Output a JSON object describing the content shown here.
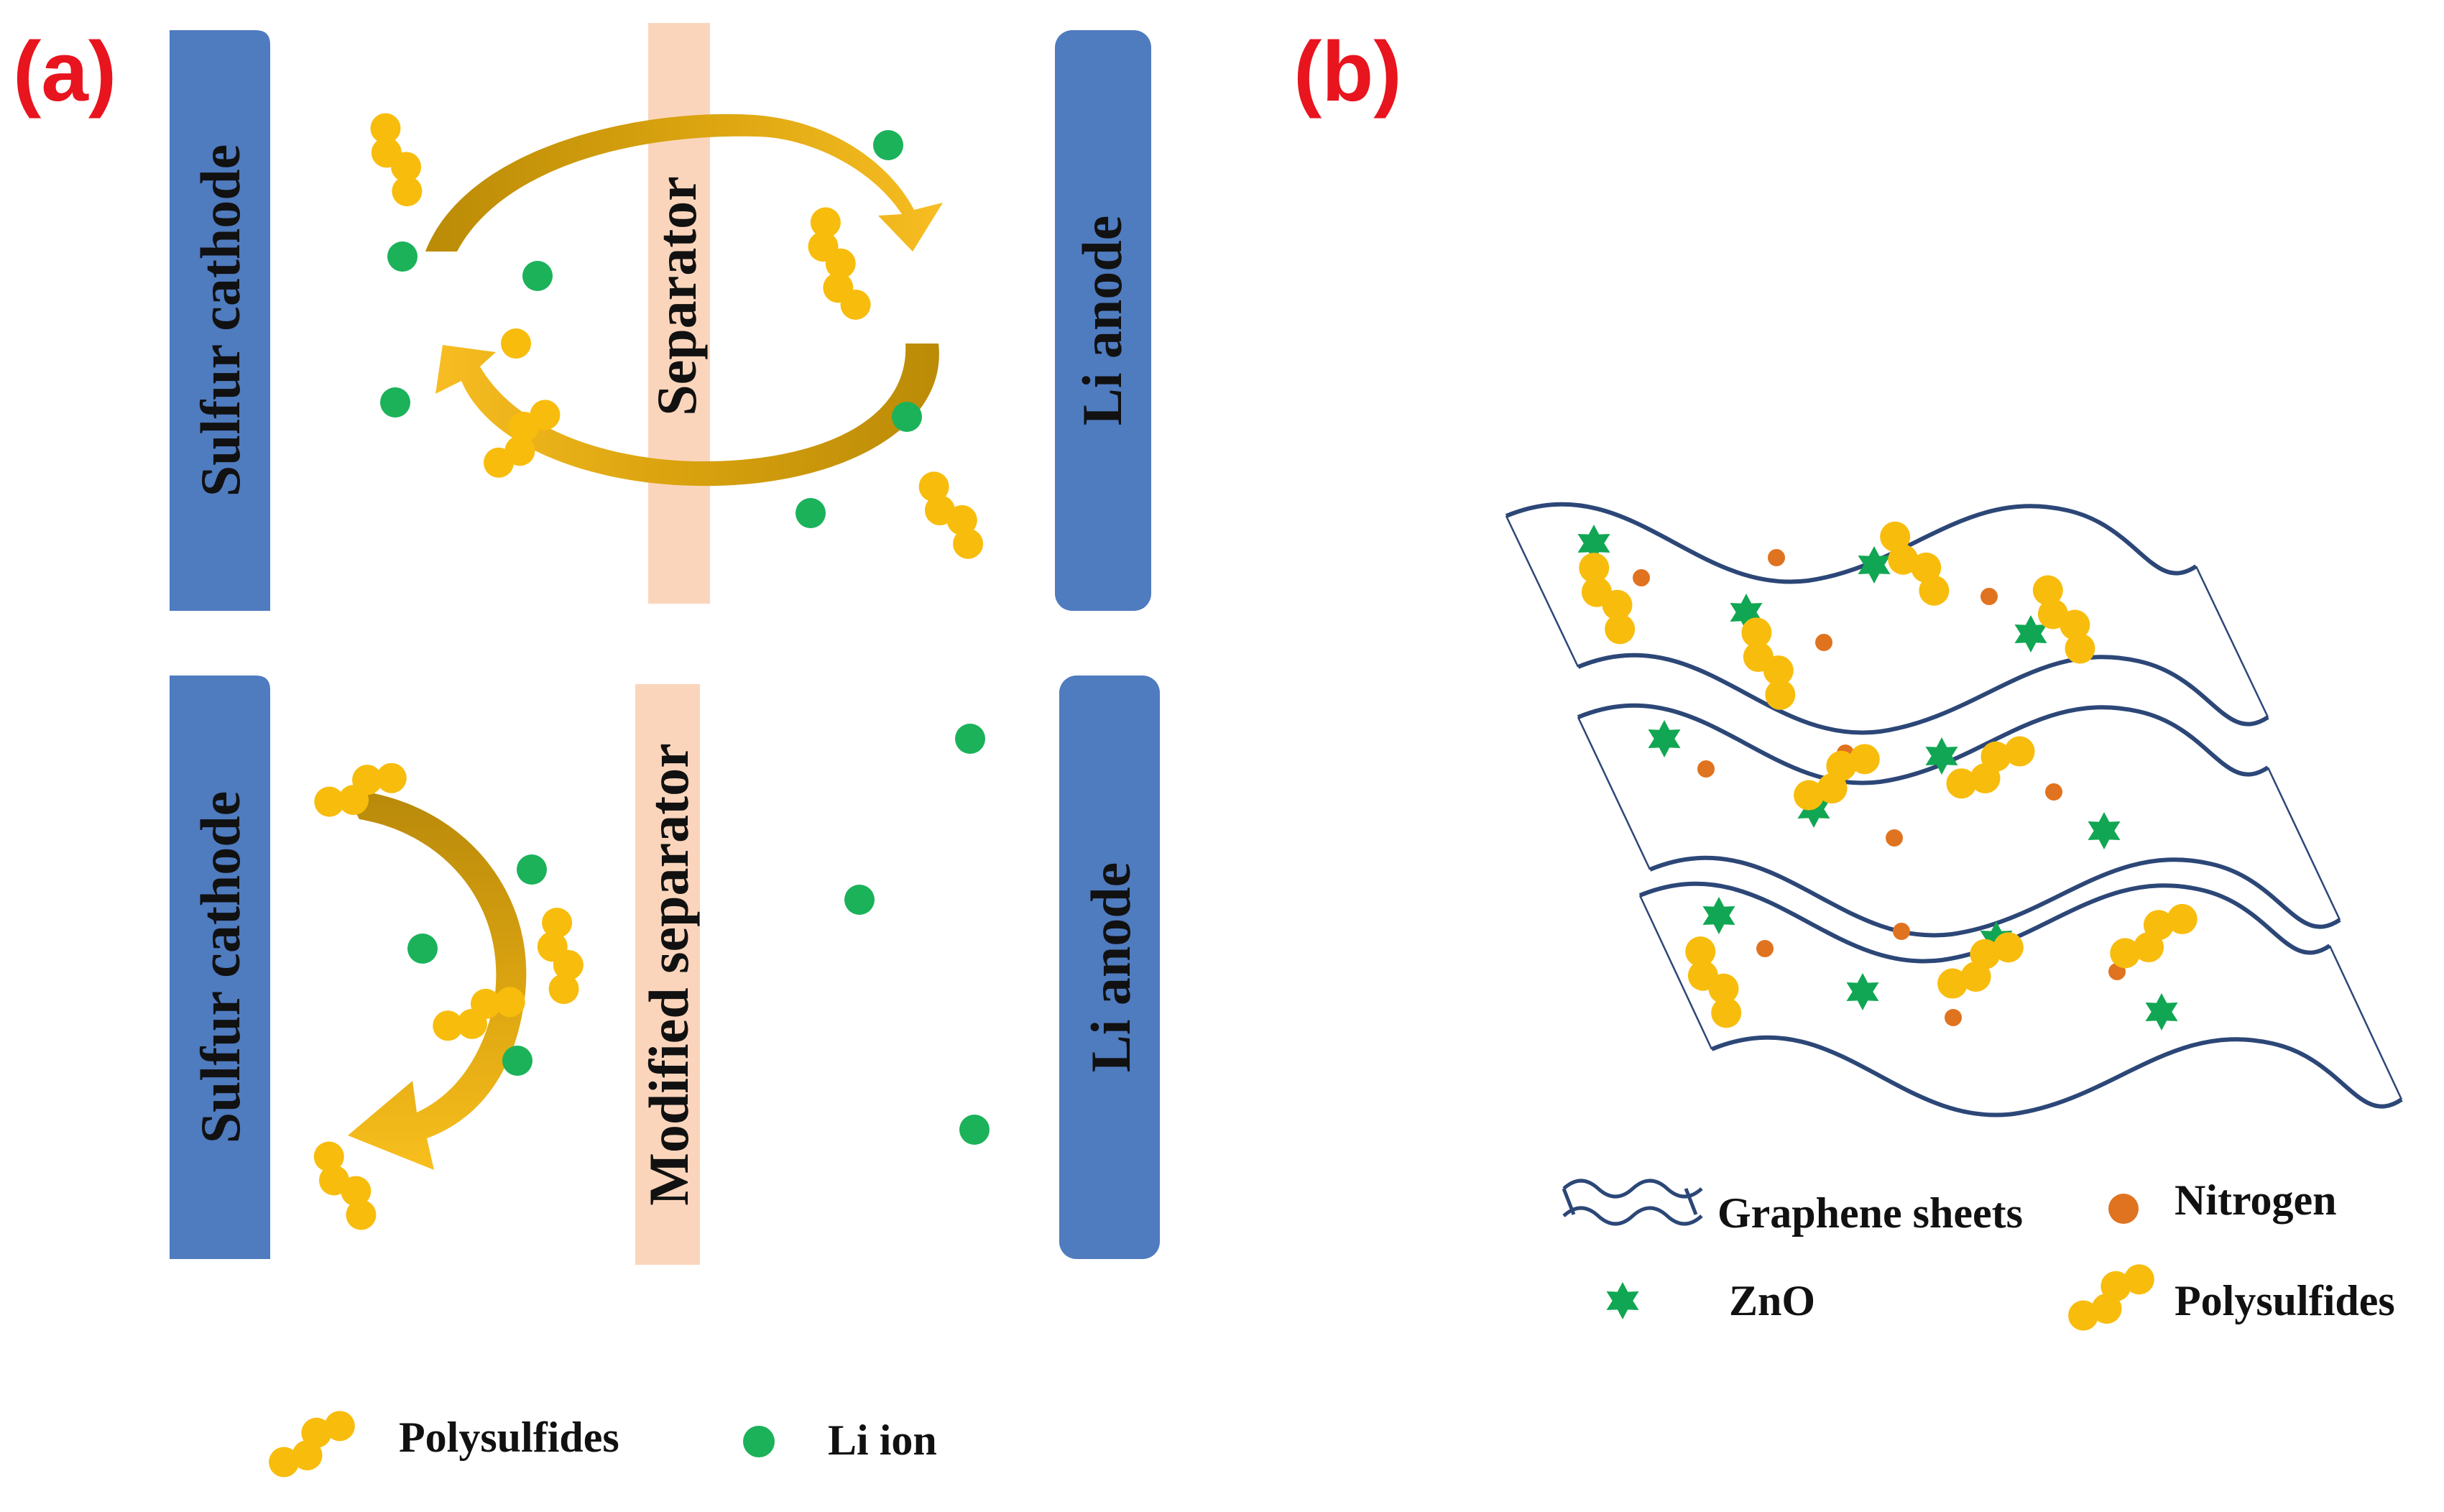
{
  "panel_a": {
    "label": "(a)",
    "top": {
      "cathode_label": "Sulfur cathode",
      "separator_label": "Separator",
      "anode_label": "Li anode"
    },
    "bottom": {
      "cathode_label": "Sulfur cathode",
      "separator_label": "Modified separator",
      "anode_label": "Li anode"
    },
    "legend": {
      "polysulfides": "Polysulfides",
      "li_ion": "Li ion"
    }
  },
  "panel_b": {
    "label": "(b)",
    "legend": {
      "graphene": "Graphene sheets",
      "nitrogen": "Nitrogen",
      "zno": "ZnO",
      "polysulfides": "Polysulfides"
    }
  },
  "colors": {
    "label_red": "#e8141e",
    "electrode_blue": "#4f7bbf",
    "separator_peach": "#fbd5bb",
    "polysulfide_yellow": "#f8bc0c",
    "arrow_gold_dark": "#c8960a",
    "arrow_gold_light": "#f5b81e",
    "li_ion_green": "#1bb25a",
    "zno_green": "#11a653",
    "nitrogen_orange": "#e07320",
    "graphene_navy": "#2c4777"
  }
}
